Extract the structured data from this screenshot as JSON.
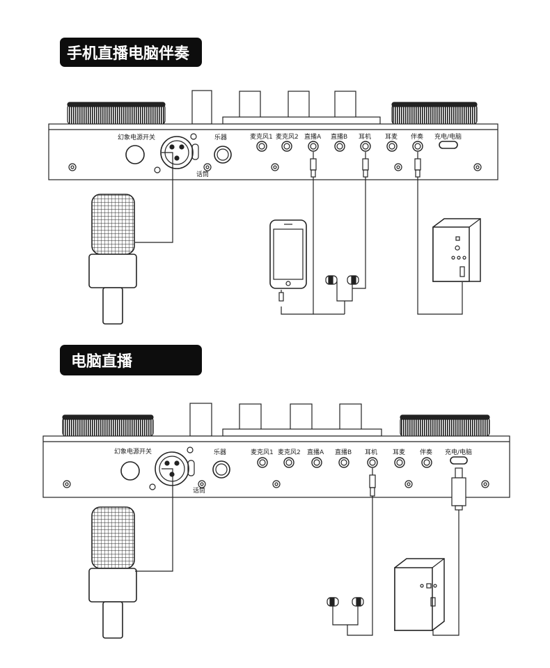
{
  "sections": [
    {
      "title": "手机直播电脑伴奏",
      "labels": {
        "phantom_switch": "幻象电源开关",
        "instrument": "乐器",
        "mic1": "麦克风1",
        "mic2": "麦克风2",
        "live_a": "直播A",
        "live_b": "直播B",
        "headphone": "耳机",
        "monitor": "耳麦",
        "accompany": "伴奏",
        "charge_pc": "充电/电脑",
        "mic_input": "话筒"
      }
    },
    {
      "title": "电脑直播",
      "labels": {
        "phantom_switch": "幻象电源开关",
        "instrument": "乐器",
        "mic1": "麦克风1",
        "mic2": "麦克风2",
        "live_a": "直播A",
        "live_b": "直播B",
        "headphone": "耳机",
        "monitor": "耳麦",
        "accompany": "伴奏",
        "charge_pc": "充电/电脑",
        "mic_input": "话筒"
      }
    }
  ]
}
